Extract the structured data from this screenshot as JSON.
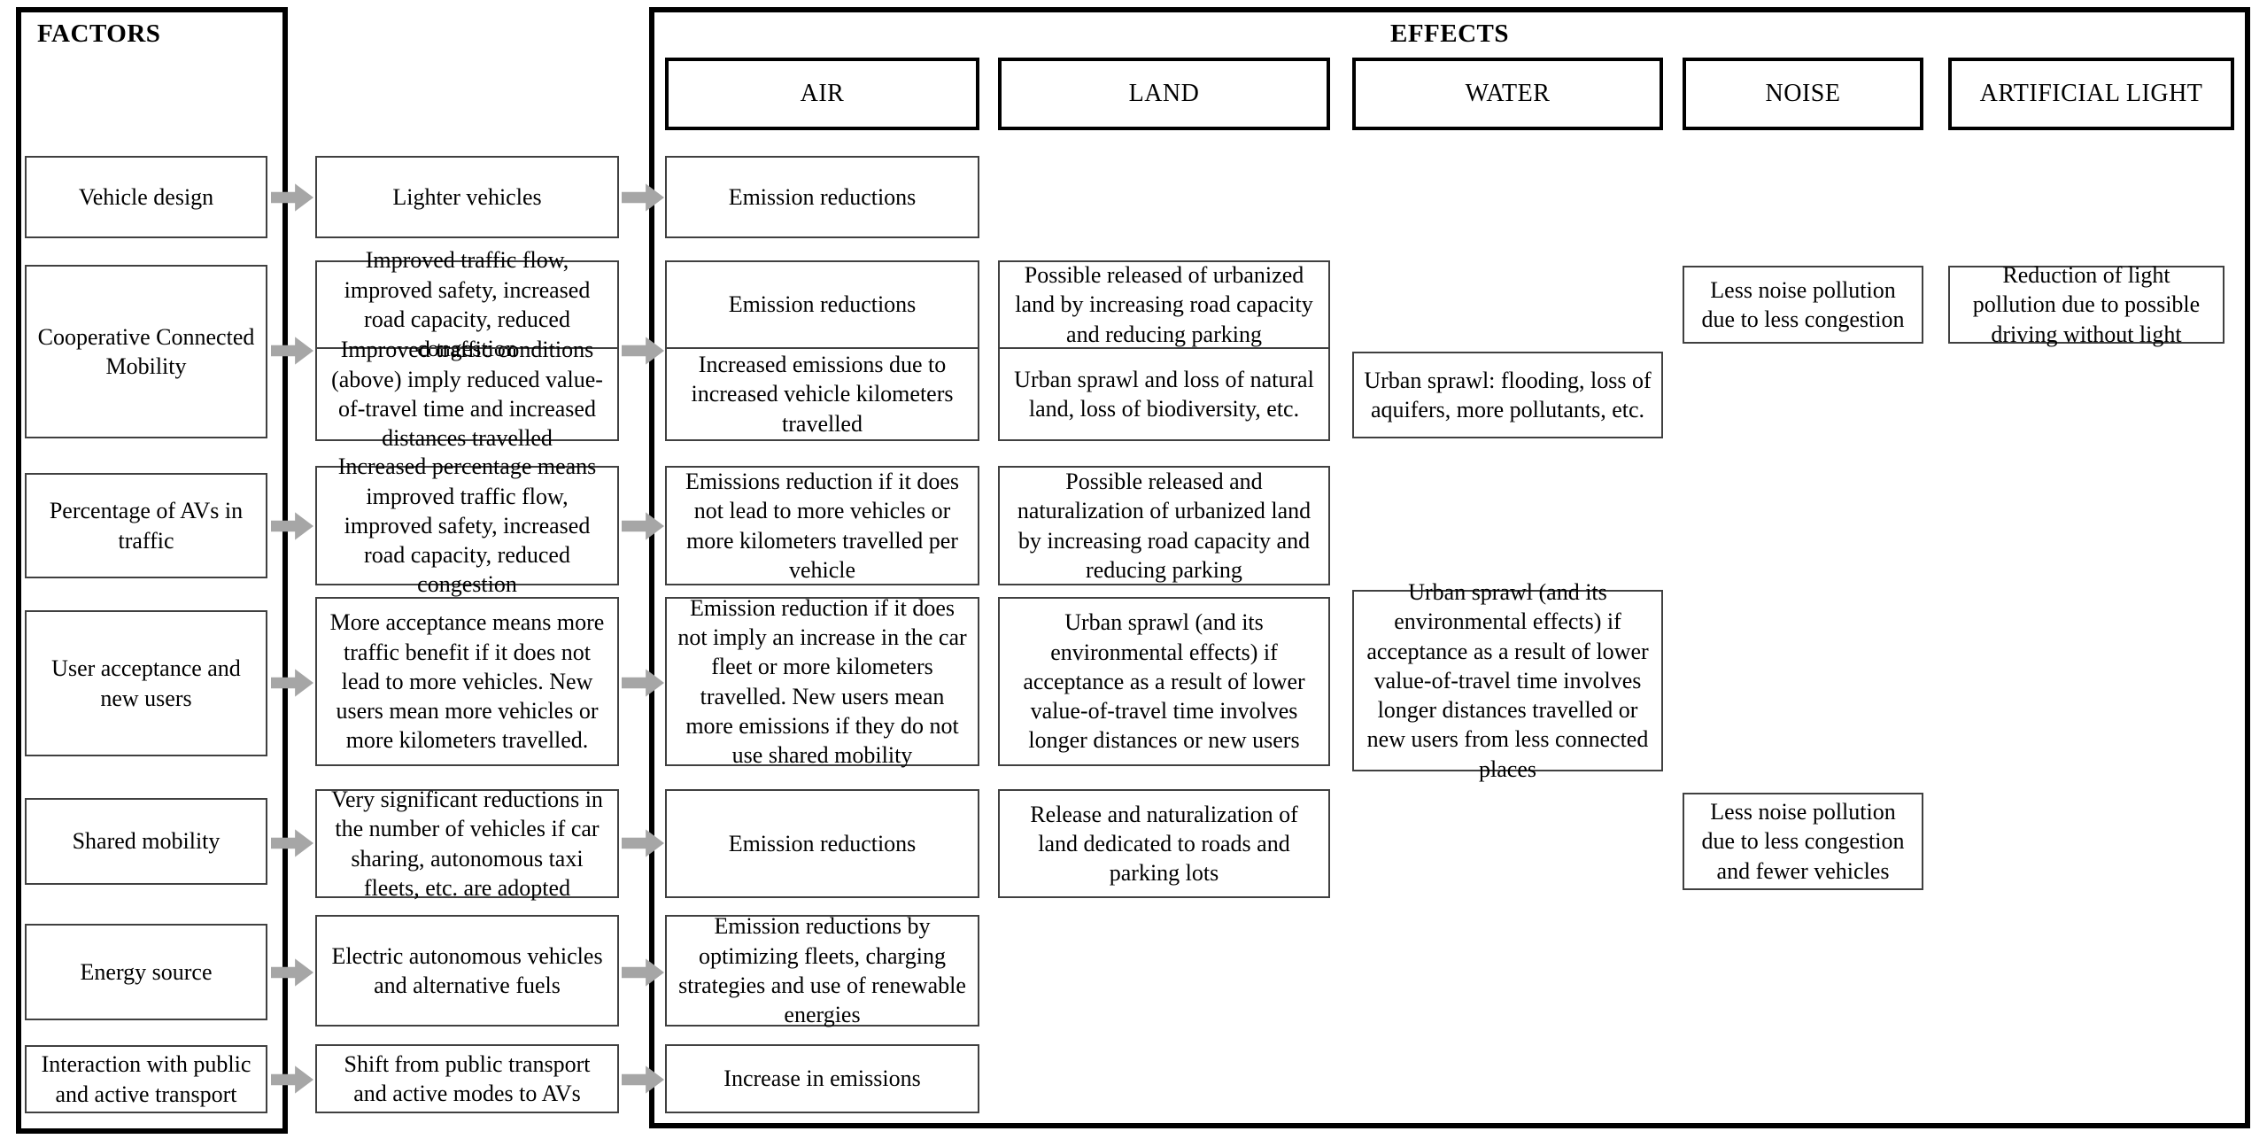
{
  "titles": {
    "factors": "FACTORS",
    "effects": "EFFECTS"
  },
  "effect_columns": [
    "AIR",
    "LAND",
    "WATER",
    "NOISE",
    "ARTIFICIAL LIGHT"
  ],
  "colors": {
    "arrow": "#a6a6a6",
    "container_border": "#000000",
    "box_border": "#404040"
  },
  "rows": [
    {
      "factor": "Vehicle design",
      "intermediate": "Lighter vehicles",
      "air": "Emission reductions"
    },
    {
      "factor": "Cooperative Connected Mobility",
      "intermediate_top": "Improved traffic flow, improved safety, increased road capacity, reduced congestion",
      "intermediate_bottom": "Improved traffic conditions (above) imply reduced value-of-travel time and increased distances travelled",
      "air_top": "Emission reductions",
      "air_bottom": "Increased emissions due to increased vehicle kilometers travelled",
      "land_top": "Possible released of urbanized land by increasing road capacity and reducing parking",
      "land_bottom": "Urban sprawl and loss of natural land, loss of biodiversity, etc.",
      "water": "Urban sprawl: flooding, loss of aquifers, more pollutants, etc.",
      "noise": "Less noise pollution due to less congestion",
      "artificial_light": "Reduction of light pollution due to possible driving without light"
    },
    {
      "factor": "Percentage of AVs in traffic",
      "intermediate": "Increased percentage means improved traffic flow, improved safety, increased road capacity, reduced congestion",
      "air": "Emissions reduction if it does not lead to more vehicles or more kilometers travelled per vehicle",
      "land": "Possible released and naturalization of urbanized land by increasing road capacity and reducing parking"
    },
    {
      "factor": "User acceptance and new users",
      "intermediate": "More acceptance means more traffic benefit if it does not lead to more vehicles. New users mean more vehicles or more kilometers travelled.",
      "air": "Emission reduction if it does not imply an increase in the car fleet or more kilometers travelled. New users mean more emissions if they do not use shared mobility",
      "land": "Urban sprawl (and its environmental effects) if acceptance as a result of lower value-of-travel time involves longer distances or new users",
      "water": "Urban sprawl (and its environmental effects) if acceptance as a result of lower value-of-travel time involves longer distances travelled or new users from less connected places"
    },
    {
      "factor": "Shared mobility",
      "intermediate": "Very significant reductions in the number of vehicles if car sharing, autonomous taxi fleets, etc. are adopted",
      "air": "Emission reductions",
      "land": "Release and naturalization of land dedicated to roads and parking lots",
      "noise": "Less noise pollution due to less congestion and fewer vehicles"
    },
    {
      "factor": "Energy source",
      "intermediate": "Electric autonomous vehicles and alternative fuels",
      "air": "Emission reductions by optimizing fleets, charging strategies and use of renewable energies"
    },
    {
      "factor": "Interaction with public and active transport",
      "intermediate": "Shift from public transport and active modes to AVs",
      "air": "Increase in emissions"
    }
  ]
}
